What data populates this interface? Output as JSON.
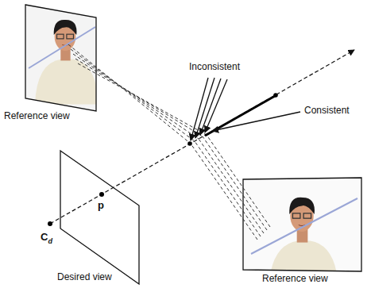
{
  "diagram": {
    "nodes": [
      {
        "text": [
          "Reference view"
        ]
      },
      {
        "text": [
          "Desired view"
        ]
      },
      {
        "text": [
          "Reference view"
        ]
      }
    ],
    "labels": [
      "Inconsistent",
      "Consistent",
      "p",
      "Cd"
    ]
  }
}
